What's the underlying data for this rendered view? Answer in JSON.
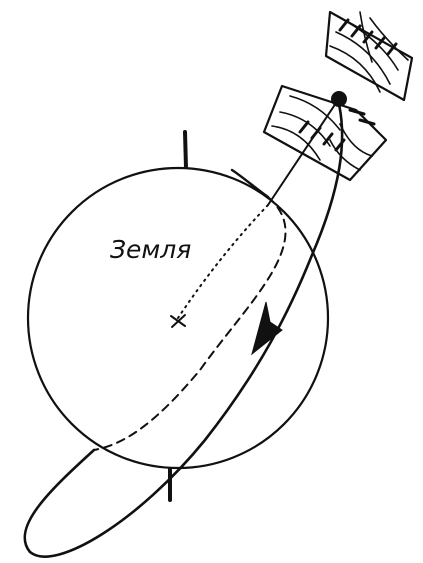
{
  "diagram": {
    "earth_label": "Земля",
    "colors": {
      "ink": "#111111",
      "background": "#ffffff"
    },
    "icons": {
      "center_marker": "cross-mark",
      "direction_marker": "arrowhead",
      "satellite": "satellite-body"
    }
  }
}
